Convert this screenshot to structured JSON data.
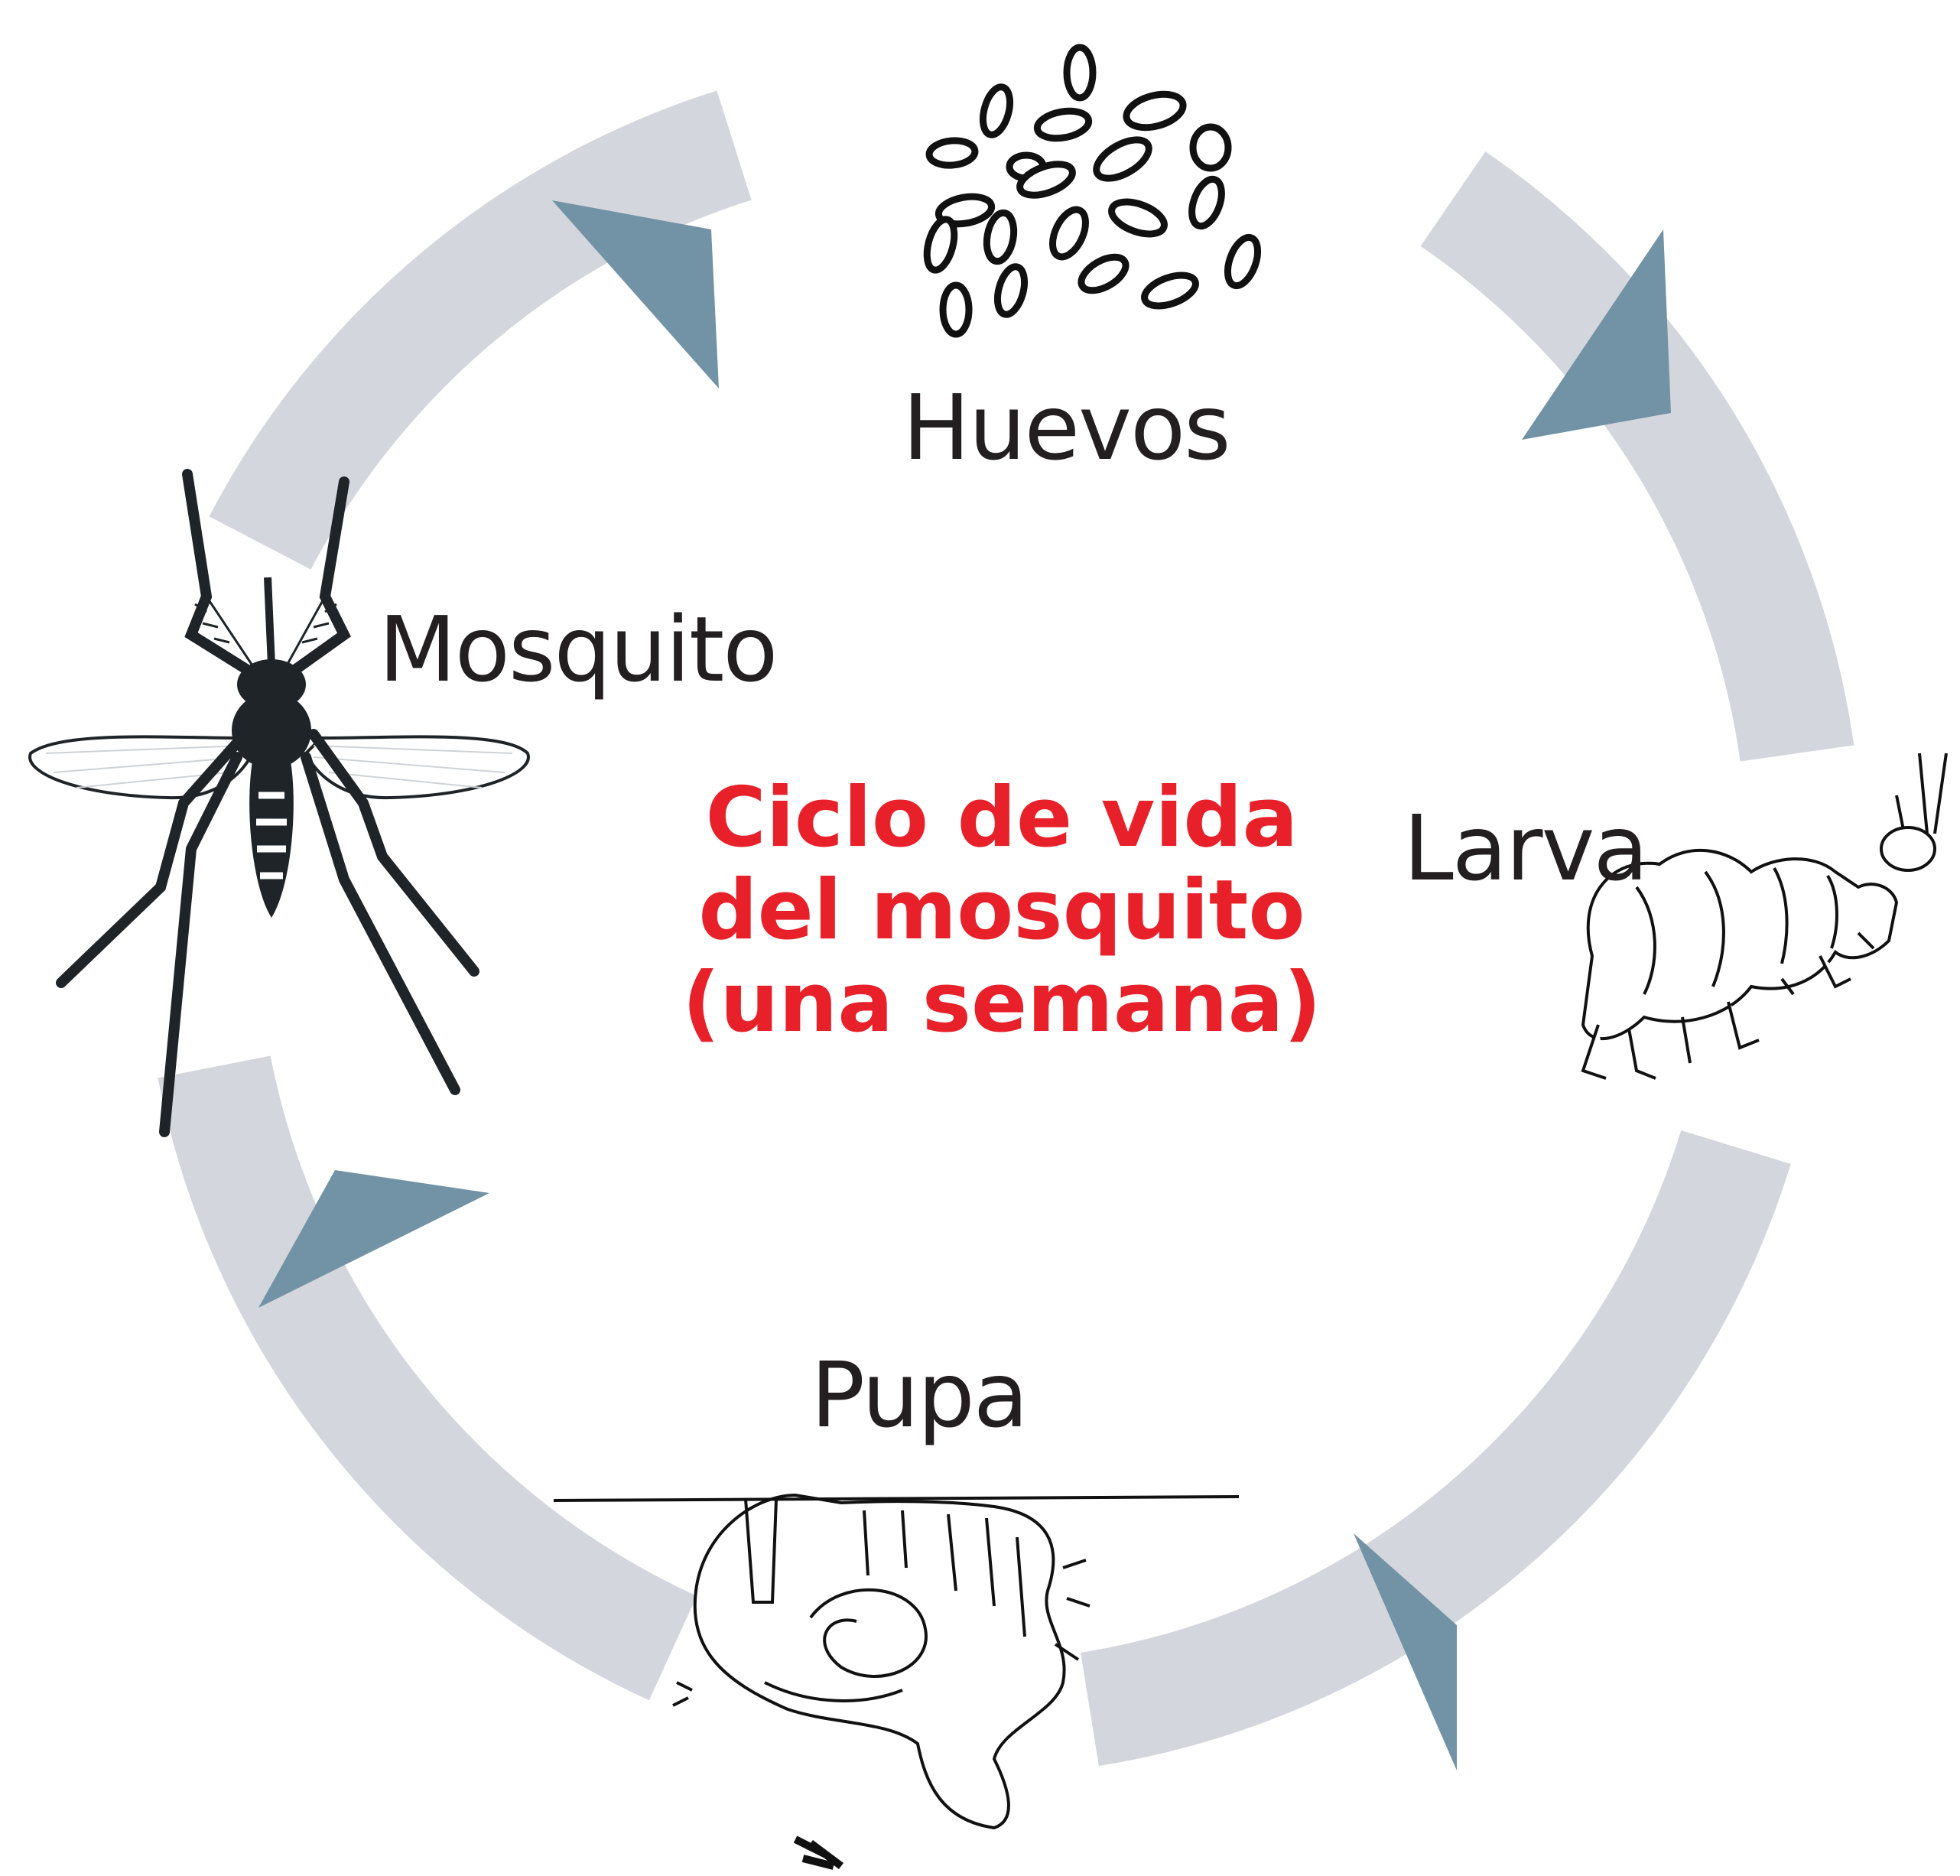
{
  "title_lines": [
    "Ciclo de vida",
    "del mosquito",
    "(una semana)"
  ],
  "stages": {
    "eggs": "Huevos",
    "larva": "Larva",
    "pupa": "Pupa",
    "adult": "Mosquito"
  },
  "colors": {
    "ring": "#d3d6dc",
    "arrowhead": "#7193a5",
    "title": "#e8202a",
    "text": "#231f20",
    "drawing": "#1e2428"
  },
  "icons": [
    "eggs-illustration",
    "larva-illustration",
    "pupa-illustration",
    "mosquito-illustration"
  ]
}
